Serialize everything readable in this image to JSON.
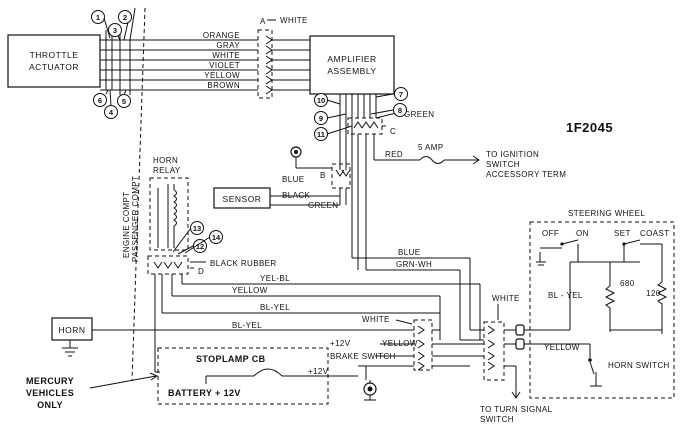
{
  "figure_code": "1F2045",
  "components": {
    "throttle_actuator": [
      "THROTTLE",
      "ACTUATOR"
    ],
    "amplifier_assembly": [
      "AMPLIFIER",
      "ASSEMBLY"
    ],
    "sensor": "SENSOR",
    "horn": "HORN",
    "horn_relay": [
      "HORN",
      "RELAY"
    ],
    "steering_wheel": "STEERING WHEEL",
    "stoplamp_cb": "STOPLAMP CB",
    "battery": "BATTERY + 12V",
    "brake_switch": "BRAKE SWITCH",
    "horn_switch": "HORN SWITCH"
  },
  "connectors": {
    "A": "A",
    "B": "B",
    "C": "C",
    "D": "D",
    "white_a": "WHITE",
    "black_rubber": "BLACK RUBBER",
    "white_mid": "WHITE",
    "white_right": "WHITE"
  },
  "wires": {
    "orange": "ORANGE",
    "gray": "GRAY",
    "white": "WHITE",
    "violet": "VIOLET",
    "yellow": "YELLOW",
    "brown": "BROWN",
    "green_c": "GREEN",
    "red": "RED",
    "blue_b": "BLUE",
    "black": "BLACK",
    "green_sensor": "GREEN",
    "blue": "BLUE",
    "grn_wh": "GRN-WH",
    "yel_bl": "YEL-BL",
    "yellow_d": "YELLOW",
    "bl_yel_d": "BL-YEL",
    "bl_yel_horn": "BL-YEL",
    "plus12v_yellow": "+12V",
    "yellow_brake": "YELLOW",
    "plus12v_battery": "+12V",
    "bl_yel_wheel": "BL - YEL",
    "yellow_wheel": "YELLOW"
  },
  "fuse": "5 AMP",
  "ignition": [
    "TO IGNITION",
    "SWITCH",
    "ACCESSORY TERM"
  ],
  "compartments": {
    "engine": "ENGINE COMPT",
    "passenger": "PASSENGER COMPT"
  },
  "steering": {
    "off": "OFF",
    "on": "ON",
    "set": "SET",
    "coast": "COAST",
    "r1": "680",
    "r2": "120"
  },
  "turn_signal": [
    "TO TURN SIGNAL",
    "SWITCH"
  ],
  "mercury": [
    "MERCURY",
    "VEHICLES",
    "ONLY"
  ],
  "callouts": [
    "1",
    "2",
    "3",
    "4",
    "5",
    "6",
    "7",
    "8",
    "9",
    "10",
    "11",
    "12",
    "13",
    "14"
  ]
}
